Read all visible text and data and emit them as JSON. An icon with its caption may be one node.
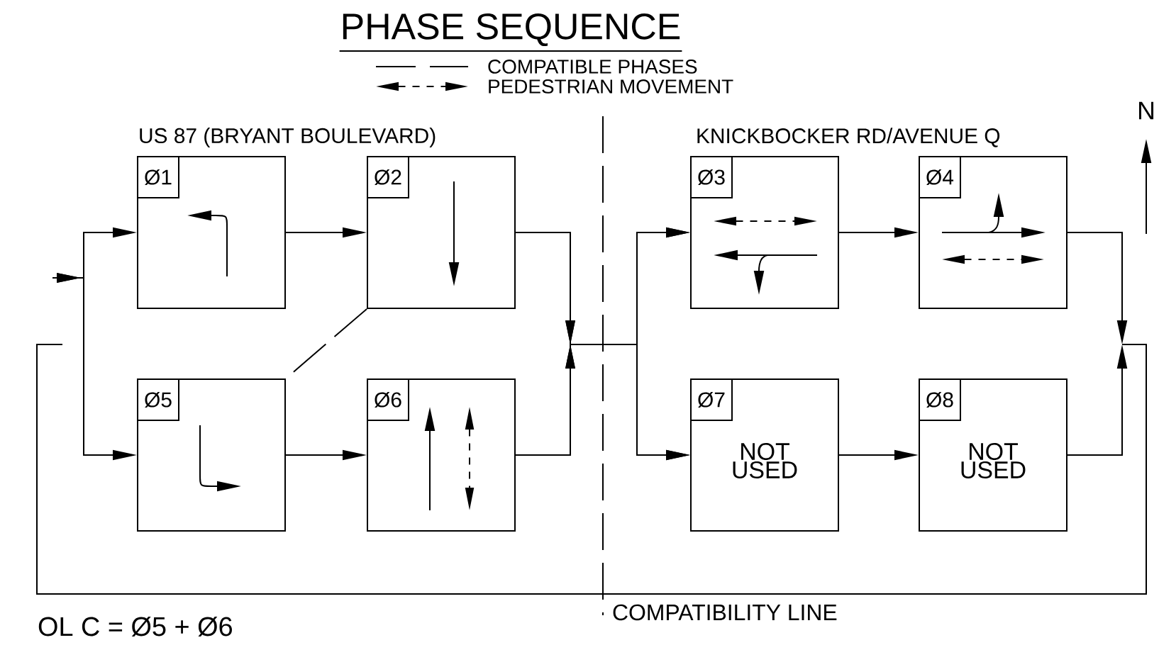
{
  "diagram": {
    "title": "PHASE SEQUENCE",
    "nodes": [
      {
        "text": [
          "Ø1"
        ]
      },
      {
        "text": [
          "Ø2"
        ]
      },
      {
        "text": [
          "Ø5"
        ]
      },
      {
        "text": [
          "Ø6"
        ]
      },
      {
        "text": [
          "Ø3"
        ]
      },
      {
        "text": [
          "Ø4"
        ]
      },
      {
        "text": [
          "Ø7",
          "NOT USED"
        ]
      },
      {
        "text": [
          "Ø8",
          "NOT USED"
        ]
      }
    ],
    "edges": [
      {
        "from": null,
        "to": 0,
        "arrow": "to"
      },
      {
        "from": null,
        "to": 2,
        "arrow": "to"
      },
      {
        "from": 0,
        "to": 1,
        "arrow": "to"
      },
      {
        "from": 2,
        "to": 3,
        "arrow": "to"
      },
      {
        "from": 1,
        "to": 2,
        "arrow": "none",
        "style": "dashed"
      },
      {
        "from": 1,
        "to": 4,
        "arrow": "to"
      },
      {
        "from": 1,
        "to": 6,
        "arrow": "to"
      },
      {
        "from": 3,
        "to": 4,
        "arrow": "to"
      },
      {
        "from": 3,
        "to": 6,
        "arrow": "to"
      },
      {
        "from": 4,
        "to": 5,
        "arrow": "to"
      },
      {
        "from": 6,
        "to": 7,
        "arrow": "to"
      },
      {
        "from": 5,
        "to": null,
        "arrow": "to"
      },
      {
        "from": 7,
        "to": null,
        "arrow": "to"
      }
    ],
    "labels": [
      "US 87 (BRYANT BOULEVARD)",
      "KNICKBOCKER RD/AVENUE Q",
      "N",
      "COMPATIBILITY LINE",
      "OL C = Ø5 + Ø6"
    ],
    "legend": [
      {
        "text": "COMPATIBLE PHASES"
      },
      {
        "text": "PEDESTRIAN MOVEMENT"
      }
    ]
  }
}
